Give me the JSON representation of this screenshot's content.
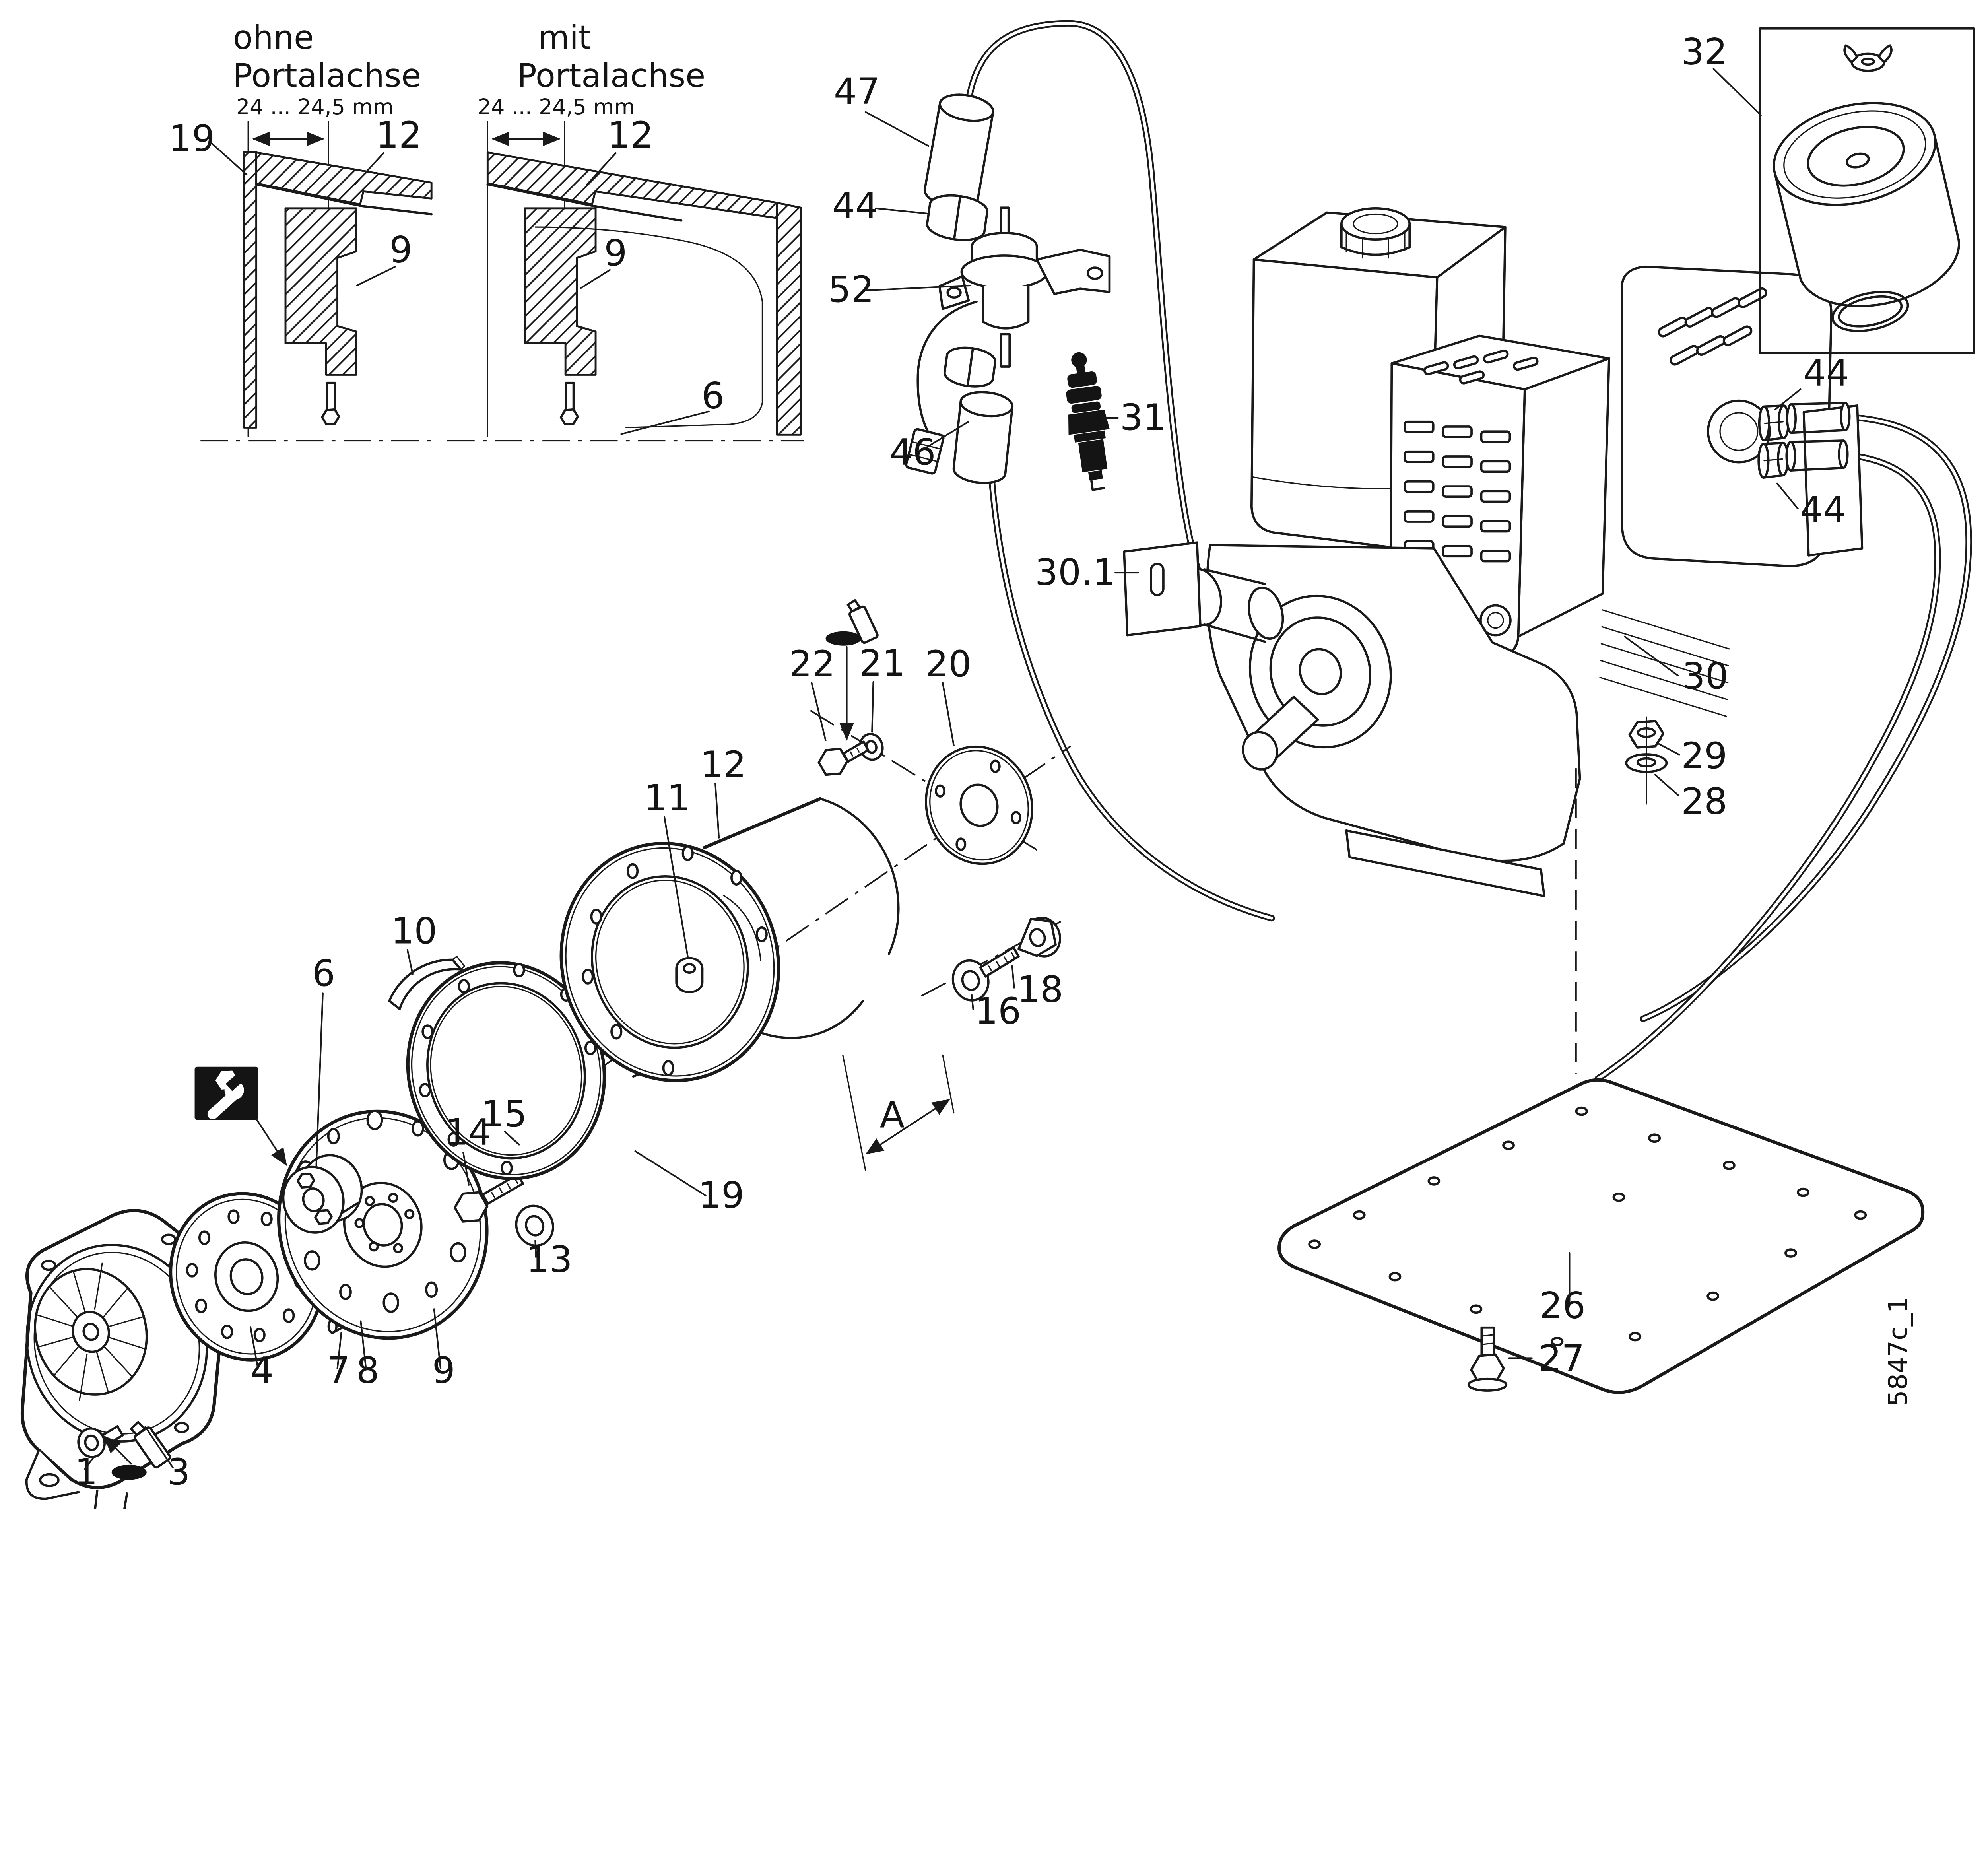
{
  "document": {
    "code": "5847c_1"
  },
  "insets": {
    "without_portal_axle": {
      "title_line1": "ohne",
      "title_line2": "Portalachse",
      "dimension": "24 ... 24,5 mm",
      "callouts": {
        "c19": "19",
        "c12": "12",
        "c9": "9"
      }
    },
    "with_portal_axle": {
      "title_line1": "mit",
      "title_line2": "Portalachse",
      "dimension": "24 ... 24,5 mm",
      "callouts": {
        "c12": "12",
        "c9": "9",
        "c6": "6"
      }
    }
  },
  "fuel_valve_group": {
    "c47": "47",
    "c44": "44",
    "c52": "52",
    "c46": "46"
  },
  "engine_group": {
    "c31": "31",
    "c30_1": "30.1",
    "c30": "30",
    "c44_upper": "44",
    "c44_lower": "44",
    "c29": "29",
    "c28": "28",
    "c32": "32"
  },
  "clutch_group": {
    "c1": "1",
    "c3": "3",
    "c4": "4",
    "c7": "7",
    "c8": "8",
    "c9": "9",
    "c6": "6",
    "c10": "10",
    "c11": "11",
    "c12": "12",
    "c13": "13",
    "c14": "14",
    "c15": "15",
    "c16": "16",
    "c18": "18",
    "c19": "19",
    "c20": "20",
    "c21": "21",
    "c22": "22",
    "a": "A"
  },
  "base_plate_group": {
    "c26": "26",
    "c27": "27"
  }
}
